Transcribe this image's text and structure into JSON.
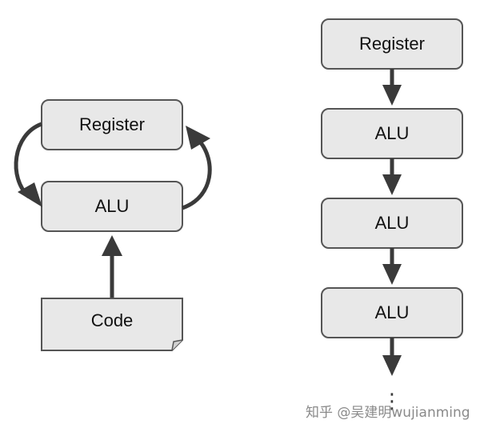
{
  "left_diagram": {
    "register_label": "Register",
    "alu_label": "ALU",
    "code_label": "Code"
  },
  "right_diagram": {
    "register_label": "Register",
    "alu_labels": [
      "ALU",
      "ALU",
      "ALU"
    ],
    "continuation": "⋮"
  },
  "watermark": {
    "text": "知乎 @吴建明wujianming"
  },
  "colors": {
    "box_fill": "#e8e8e8",
    "box_stroke": "#555555",
    "arrow": "#3a3a3a",
    "text": "#111111",
    "watermark": "#8a8a8a"
  }
}
